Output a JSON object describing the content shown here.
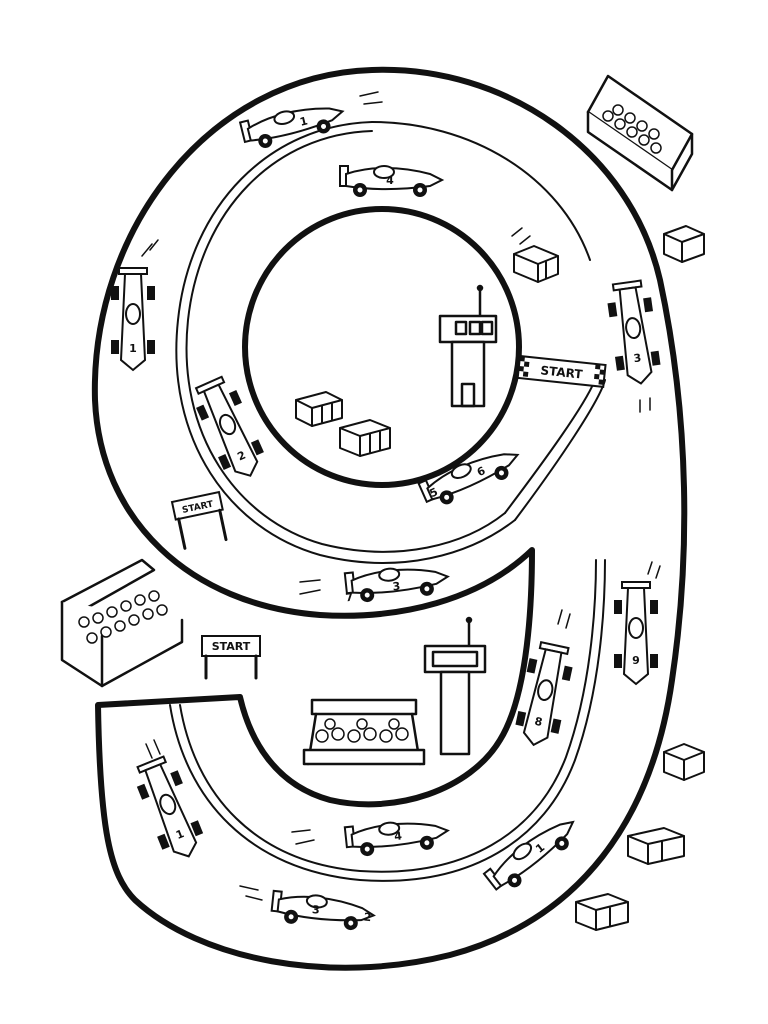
{
  "sign_text": "START",
  "colors": {
    "ink": "#111111",
    "paper": "#ffffff"
  },
  "cars": [
    {
      "id": "top-1",
      "number": "1"
    },
    {
      "id": "top-4",
      "number": "4"
    },
    {
      "id": "left-1",
      "number": "1"
    },
    {
      "id": "inner-2",
      "number": "2"
    },
    {
      "id": "right-3",
      "number": "3"
    },
    {
      "id": "inner-6",
      "number": "6"
    },
    {
      "id": "inner-5",
      "number": "5"
    },
    {
      "id": "mid-7",
      "number": "7"
    },
    {
      "id": "mid-3",
      "number": "3"
    },
    {
      "id": "right-9",
      "number": "9"
    },
    {
      "id": "stem-8",
      "number": "8"
    },
    {
      "id": "tail-1",
      "number": "1"
    },
    {
      "id": "tail-4",
      "number": "4"
    },
    {
      "id": "tail-3",
      "number": "3"
    },
    {
      "id": "tail-2",
      "number": "2"
    },
    {
      "id": "tail-1b",
      "number": "1"
    }
  ]
}
